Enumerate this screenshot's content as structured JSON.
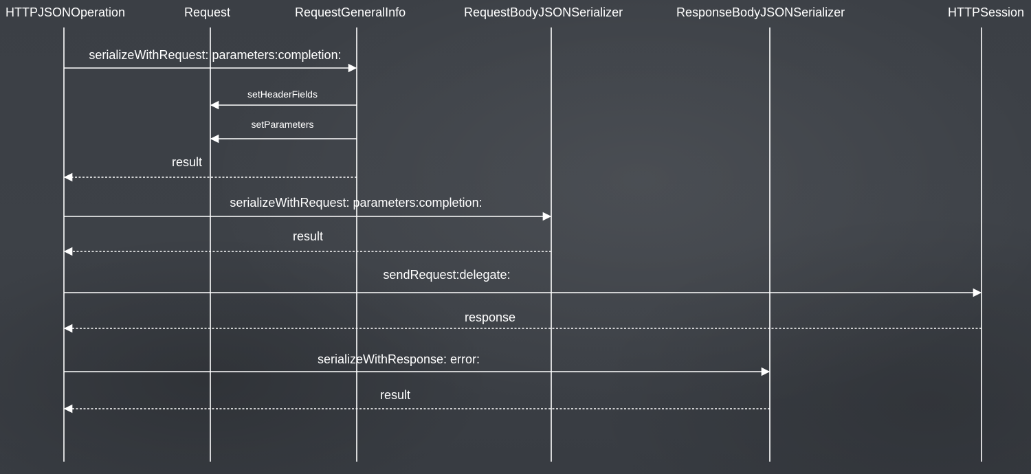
{
  "participants": [
    {
      "id": "op",
      "name": "HTTPJSONOperation"
    },
    {
      "id": "req",
      "name": "Request"
    },
    {
      "id": "info",
      "name": "RequestGeneralInfo"
    },
    {
      "id": "bodyser",
      "name": "RequestBodyJSONSerializer"
    },
    {
      "id": "respser",
      "name": "ResponseBodyJSONSerializer"
    },
    {
      "id": "session",
      "name": "HTTPSession"
    }
  ],
  "messages": [
    {
      "label": "serializeWithRequest: parameters:completion:",
      "from": "op",
      "to": "info",
      "kind": "call"
    },
    {
      "label": "setHeaderFields",
      "from": "info",
      "to": "req",
      "kind": "call"
    },
    {
      "label": "setParameters",
      "from": "info",
      "to": "req",
      "kind": "call"
    },
    {
      "label": "result",
      "from": "info",
      "to": "op",
      "kind": "return"
    },
    {
      "label": "serializeWithRequest: parameters:completion:",
      "from": "op",
      "to": "bodyser",
      "kind": "call"
    },
    {
      "label": "result",
      "from": "bodyser",
      "to": "op",
      "kind": "return"
    },
    {
      "label": "sendRequest:delegate:",
      "from": "op",
      "to": "session",
      "kind": "call"
    },
    {
      "label": "response",
      "from": "session",
      "to": "op",
      "kind": "return"
    },
    {
      "label": "serializeWithResponse: error:",
      "from": "op",
      "to": "respser",
      "kind": "call"
    },
    {
      "label": "result",
      "from": "respser",
      "to": "op",
      "kind": "return"
    }
  ],
  "colors": {
    "background": "#3b3f45",
    "line": "#ffffff",
    "text": "#ffffff"
  }
}
